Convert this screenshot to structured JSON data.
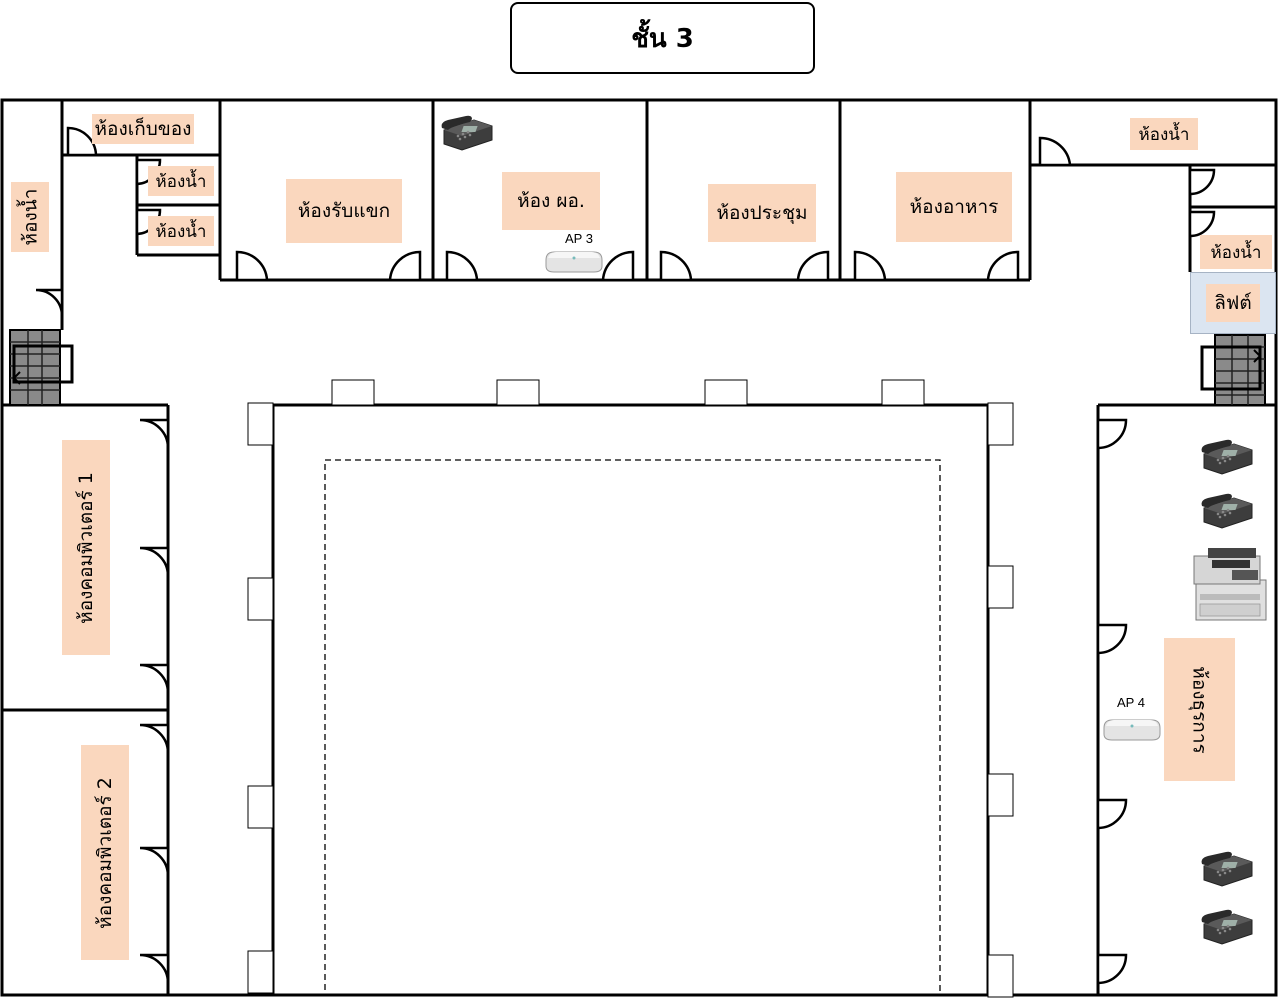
{
  "title": "ชั้น 3",
  "rooms": {
    "storage": "ห้องเก็บของ",
    "toilet_left_vertical": "ห้องน้ำ",
    "toilet_a": "ห้องน้ำ",
    "toilet_b": "ห้องน้ำ",
    "reception": "ห้องรับแขก",
    "director": "ห้อง ผอ.",
    "meeting": "ห้องประชุม",
    "dining": "ห้องอาหาร",
    "toilet_right_top": "ห้องน้ำ",
    "toilet_right": "ห้องน้ำ",
    "lift": "ลิฟต์",
    "computer_1": "ห้องคอมพิวเตอร์ 1",
    "computer_2": "ห้องคอมพิวเตอร์ 2",
    "teachers": "ห้องธุรการ"
  },
  "access_points": {
    "ap3": "AP 3",
    "ap4": "AP 4"
  },
  "devices": {
    "phone_icon": "desk-phone-icon",
    "ap_icon": "wireless-access-point-icon",
    "fax_icon": "fax-printer-icon"
  },
  "colors": {
    "label_fill": "#fad7be",
    "lift_fill": "#dbe5f1",
    "wall": "#000000"
  }
}
